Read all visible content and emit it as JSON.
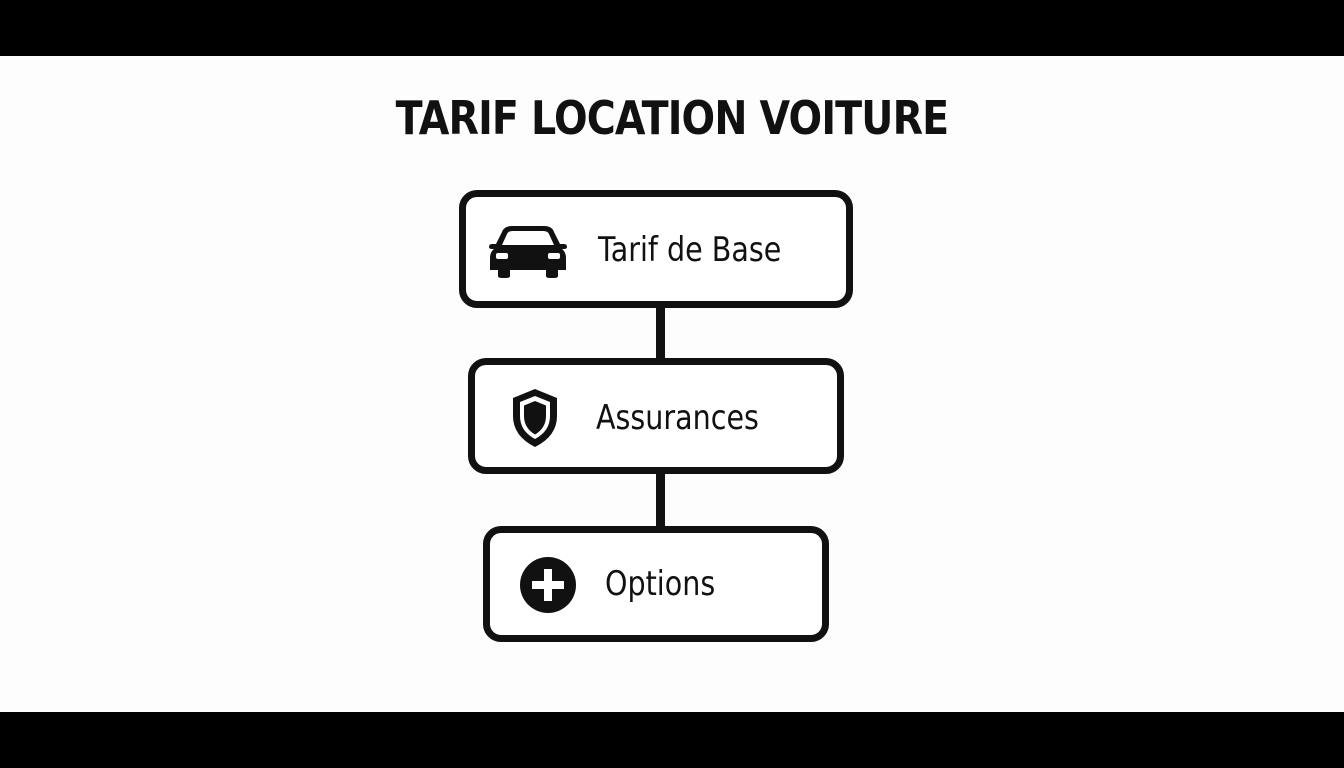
{
  "title": "TARIF LOCATION VOITURE",
  "nodes": [
    {
      "label": "Tarif de Base",
      "icon": "car-icon"
    },
    {
      "label": "Assurances",
      "icon": "shield-icon"
    },
    {
      "label": "Options",
      "icon": "plus-circle-icon"
    }
  ],
  "colors": {
    "stroke": "#111111",
    "background": "#fdfdfd",
    "letterbox": "#000000"
  }
}
